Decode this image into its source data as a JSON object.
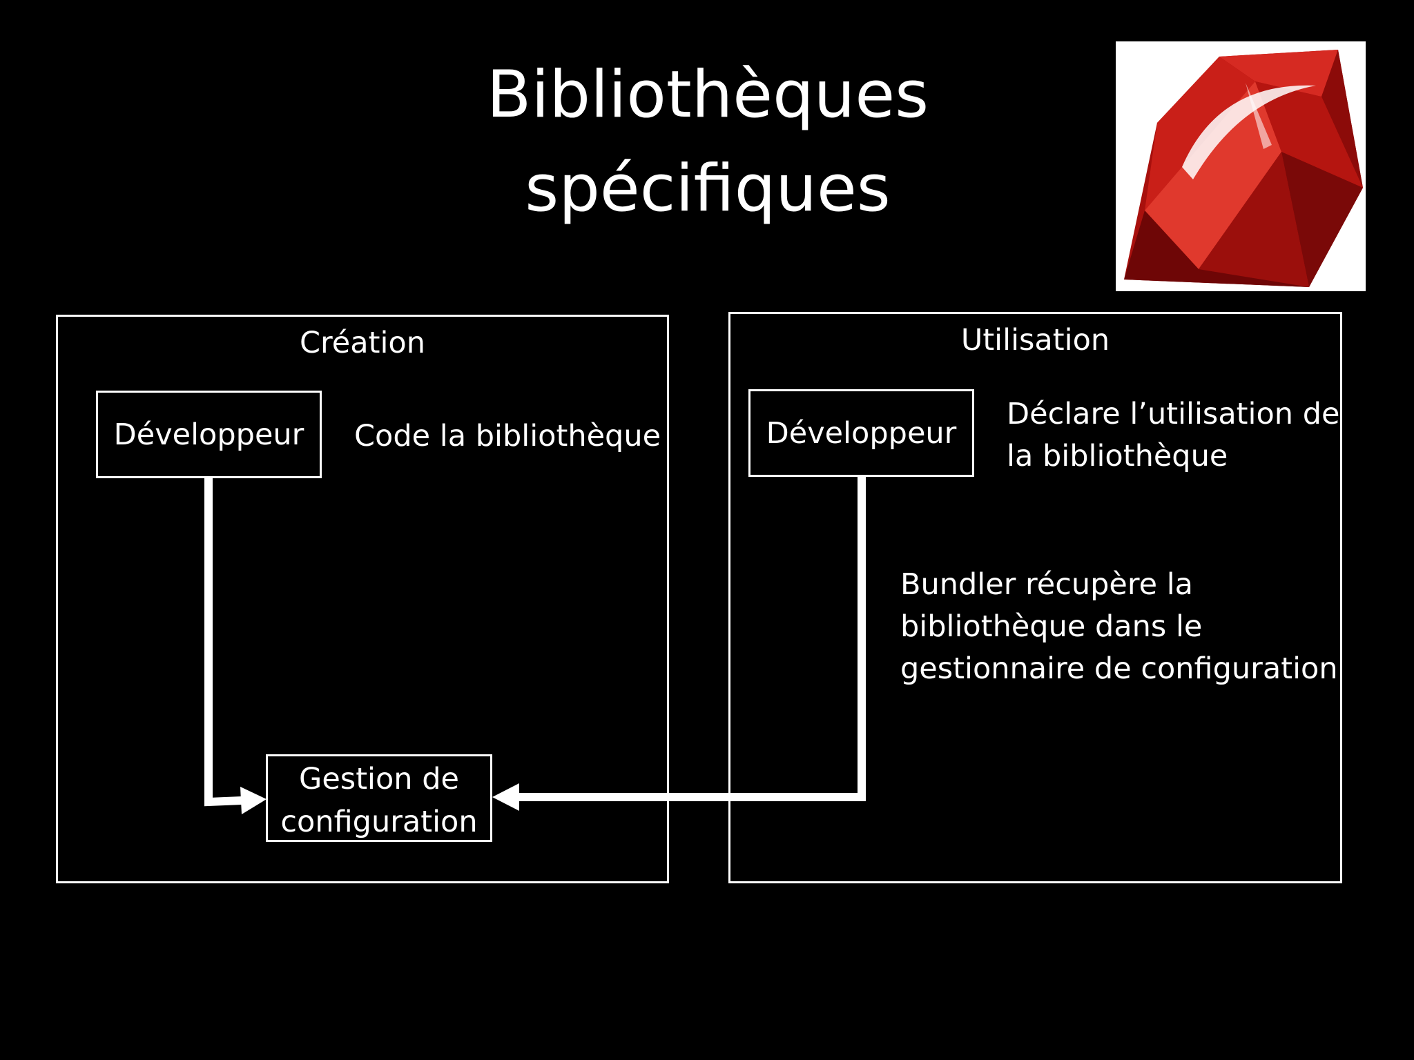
{
  "title": {
    "line1": "Bibliothèques",
    "line2": "spécifiques"
  },
  "logo": {
    "icon": "ruby-gem-icon",
    "colors": [
      "#7a0a0a",
      "#b8120f",
      "#e0251c",
      "#ffffff"
    ]
  },
  "creation": {
    "label": "Création",
    "developer": "Développeur",
    "note": "Code la bibliothèque",
    "target": {
      "line1": "Gestion de",
      "line2": "configuration"
    }
  },
  "utilisation": {
    "label": "Utilisation",
    "developer": "Développeur",
    "note": {
      "line1": "Déclare l’utilisation de",
      "line2": "la bibliothèque"
    },
    "bundler_note": {
      "line1": "Bundler récupère la",
      "line2": "bibliothèque dans le",
      "line3": "gestionnaire de configuration"
    }
  },
  "colors": {
    "background": "#000000",
    "foreground": "#ffffff"
  }
}
